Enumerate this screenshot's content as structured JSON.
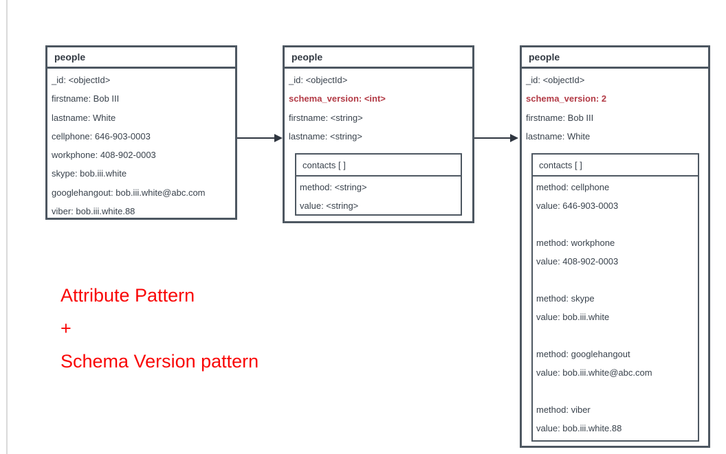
{
  "diagram": {
    "caption": {
      "line1": "Attribute Pattern",
      "line2": "+",
      "line3": "Schema Version pattern"
    },
    "colors": {
      "box_border": "#4d5761",
      "field_text": "#39424c",
      "schema_version_red": "#b23a45",
      "caption_red": "#f90606",
      "arrow": "#2f3640"
    },
    "box1": {
      "title": "people",
      "fields": [
        "_id: <objectId>",
        "firstname: Bob III",
        "lastname: White",
        "cellphone: 646-903-0003",
        "workphone: 408-902-0003",
        "skype: bob.iii.white",
        "googlehangout: bob.iii.white@abc.com",
        "viber: bob.iii.white.88"
      ]
    },
    "box2": {
      "title": "people",
      "fields": [
        "_id: <objectId>",
        "schema_version: <int>",
        "firstname: <string>",
        "lastname: <string>"
      ],
      "contacts": {
        "title": "contacts [ ]",
        "fields": [
          "method: <string>",
          "value: <string>"
        ]
      }
    },
    "box3": {
      "title": "people",
      "fields": [
        "_id: <objectId>",
        "schema_version: 2",
        "firstname: Bob III",
        "lastname: White"
      ],
      "contacts": {
        "title": "contacts [ ]",
        "groups": [
          [
            "method: cellphone",
            "value: 646-903-0003"
          ],
          [
            "method: workphone",
            "value: 408-902-0003"
          ],
          [
            "method: skype",
            "value: bob.iii.white"
          ],
          [
            "method: googlehangout",
            "value: bob.iii.white@abc.com"
          ],
          [
            "method: viber",
            "value: bob.iii.white.88"
          ]
        ]
      }
    }
  }
}
